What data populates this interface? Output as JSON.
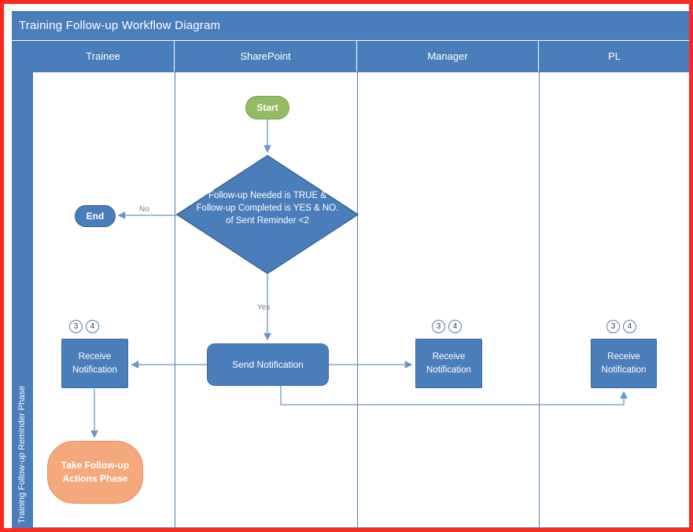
{
  "title": "Training Follow-up Workflow Diagram",
  "phase_label": "Training Follow-up Reminder Phase",
  "lanes": [
    {
      "label": "Trainee"
    },
    {
      "label": "SharePoint"
    },
    {
      "label": "Manager"
    },
    {
      "label": "PL"
    }
  ],
  "nodes": {
    "start": "Start",
    "end": "End",
    "decision": "Follow-up Needed is TRUE & Follow-up Completed is YES & NO. of Sent Reminder <2",
    "send_notification": "Send Notification",
    "receive_notification": "Receive Notification",
    "take_followup_actions": "Take Follow-up Actions Phase"
  },
  "edge_labels": {
    "no": "No",
    "yes": "Yes"
  },
  "badges": {
    "b3": "3",
    "b4": "4"
  },
  "colors": {
    "header_blue": "#4a7ebb",
    "start_green": "#94bb63",
    "action_orange": "#f4a87c",
    "frame_red": "#fb2a21",
    "connector_blue": "#6c96c6"
  }
}
